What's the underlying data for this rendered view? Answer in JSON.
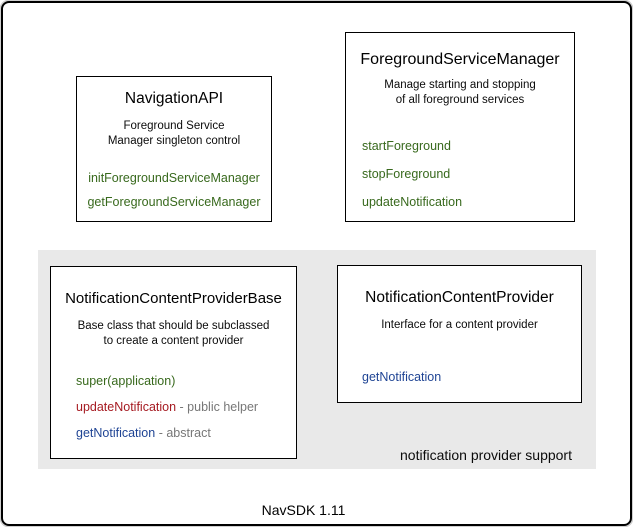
{
  "colors": {
    "green": "#38691d",
    "red": "#a61b22",
    "blue": "#1f4494",
    "muted": "#777777",
    "panel": "#e9e9e9",
    "ink": "#000000"
  },
  "panel": {
    "caption": "notification provider support"
  },
  "footer": {
    "caption": "NavSDK 1.11"
  },
  "boxes": {
    "navigation_api": {
      "title": "NavigationAPI",
      "description": "Foreground Service\nManager singleton control",
      "methods": [
        {
          "name": "initForegroundServiceManager"
        },
        {
          "name": "getForegroundServiceManager"
        }
      ]
    },
    "foreground_service_manager": {
      "title": "ForegroundServiceManager",
      "description": "Manage starting and stopping\nof all foreground services",
      "methods": [
        {
          "name": "startForeground"
        },
        {
          "name": "stopForeground"
        },
        {
          "name": "updateNotification"
        }
      ]
    },
    "notification_content_provider_base": {
      "title": "NotificationContentProviderBase",
      "description": "Base class that should be subclassed\nto create a content provider",
      "methods": [
        {
          "name": "super(application)",
          "suffix": ""
        },
        {
          "name": "updateNotification",
          "suffix": " - public helper"
        },
        {
          "name": "getNotification",
          "suffix": " - abstract"
        }
      ]
    },
    "notification_content_provider": {
      "title": "NotificationContentProvider",
      "description": "Interface for a content provider",
      "methods": [
        {
          "name": "getNotification"
        }
      ]
    }
  }
}
